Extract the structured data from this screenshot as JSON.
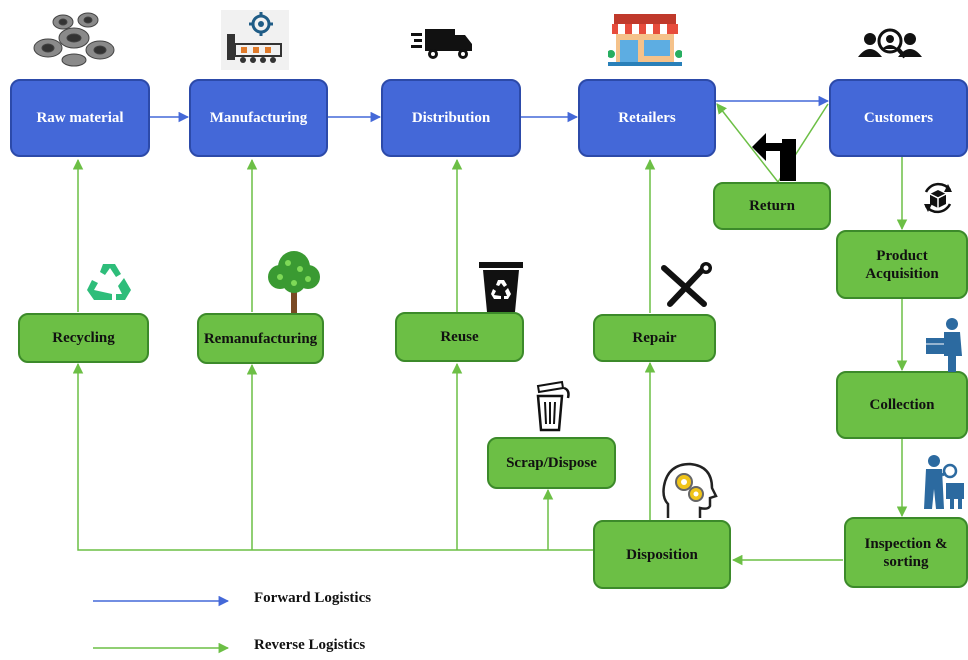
{
  "nodes": {
    "raw_material": "Raw material",
    "manufacturing": "Manufacturing",
    "distribution": "Distribution",
    "retailers": "Retailers",
    "customers": "Customers",
    "return": "Return",
    "product_acquisition": "Product Acquisition",
    "collection": "Collection",
    "inspection_sorting": "Inspection & sorting",
    "disposition": "Disposition",
    "recycling": "Recycling",
    "remanufacturing": "Remanufacturing",
    "reuse": "Reuse",
    "repair": "Repair",
    "scrap_dispose": "Scrap/Dispose"
  },
  "legend": {
    "forward": "Forward Logistics",
    "reverse": "Reverse Logistics"
  },
  "colors": {
    "forward": "#4468d8",
    "reverse": "#6cbf45",
    "forward_border": "#2c4aa9",
    "reverse_border": "#3c8a2a"
  },
  "icons": [
    "metal-pipes-icon",
    "factory-gear-icon",
    "truck-icon",
    "store-icon",
    "customers-group-icon",
    "return-arrow-icon",
    "recycle-cycle-icon",
    "worker-box-icon",
    "inspector-icon",
    "head-gears-icon",
    "recycling-symbol-icon",
    "tree-icon",
    "recycle-bin-icon",
    "tools-icon",
    "trash-can-icon"
  ]
}
